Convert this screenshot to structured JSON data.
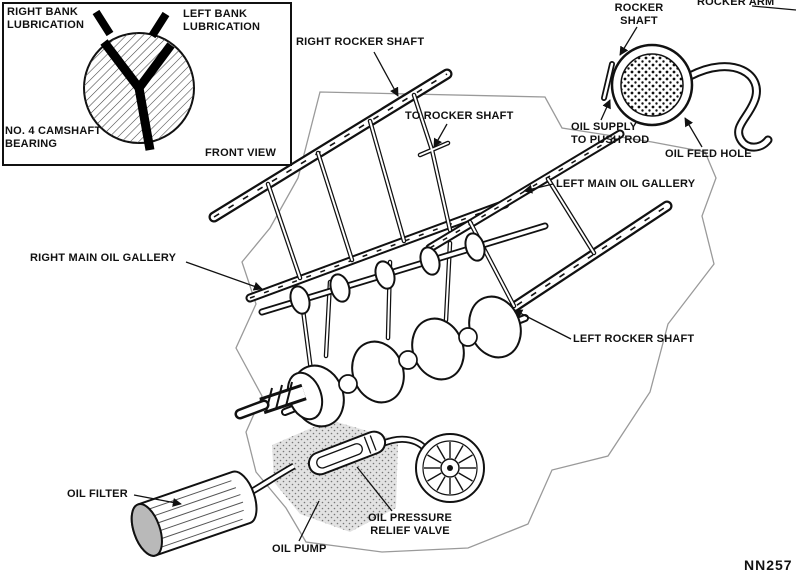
{
  "colors": {
    "ink": "#111111",
    "paper": "#ffffff",
    "cap_gray": "#b9b9b9"
  },
  "insets": {
    "front_view": {
      "right_bank_label": "RIGHT BANK\nLUBRICATION",
      "left_bank_label": "LEFT BANK\nLUBRICATION",
      "bearing_label": "NO. 4 CAMSHAFT\nBEARING",
      "caption": "FRONT VIEW"
    },
    "rocker_detail": {
      "rocker_shaft_label": "ROCKER\nSHAFT",
      "rocker_arm_label": "ROCKER ARM",
      "oil_supply_label": "OIL SUPPLY\nTO PUSH ROD",
      "oil_feed_hole_label": "OIL FEED HOLE"
    }
  },
  "main": {
    "right_rocker_shaft": "RIGHT ROCKER SHAFT",
    "to_rocker_shaft": "TO ROCKER SHAFT",
    "left_main_oil_gallery": "LEFT MAIN OIL GALLERY",
    "right_main_oil_gallery": "RIGHT MAIN OIL GALLERY",
    "left_rocker_shaft": "LEFT ROCKER SHAFT",
    "oil_filter": "OIL FILTER",
    "oil_pump": "OIL PUMP",
    "oil_pressure_relief_valve": "OIL PRESSURE\nRELIEF VALVE"
  },
  "figure_number": "NN257"
}
